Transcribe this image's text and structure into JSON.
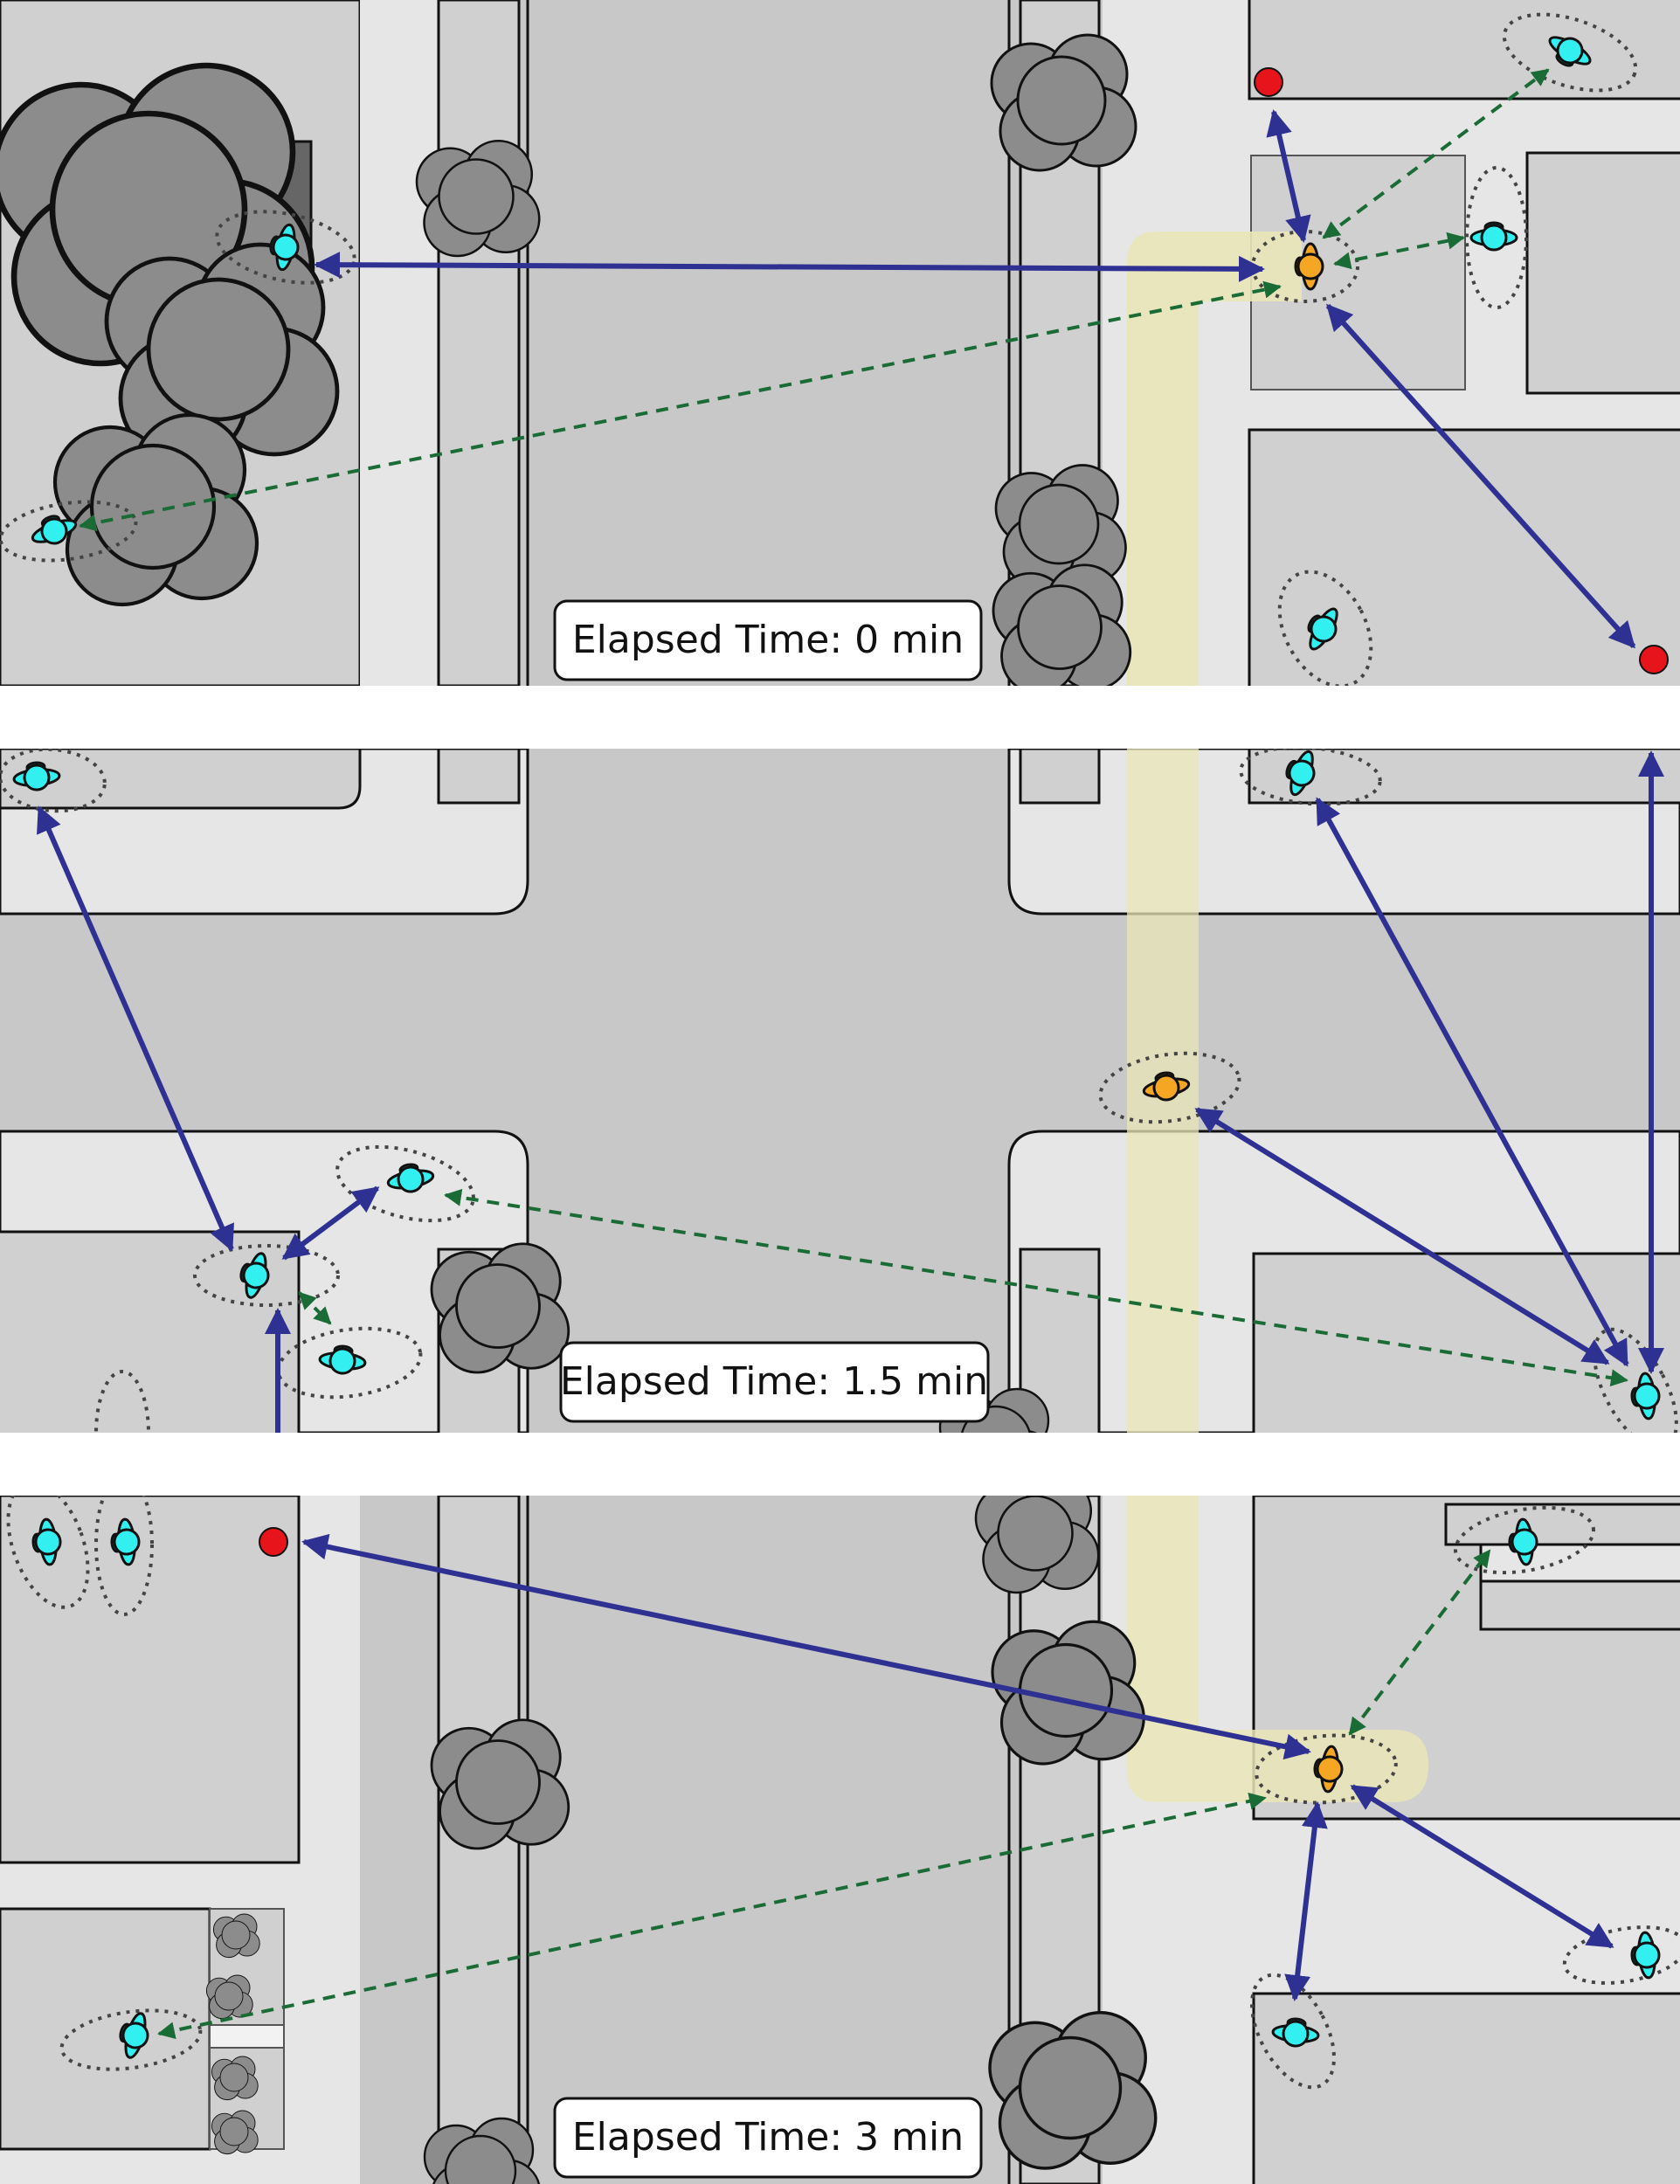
{
  "panels": [
    {
      "id": "p1",
      "label": "Elapsed Time: 0 min"
    },
    {
      "id": "p2",
      "label": "Elapsed Time: 1.5 min"
    },
    {
      "id": "p3",
      "label": "Elapsed Time: 3 min"
    }
  ],
  "colors": {
    "road": "#c8c8c8",
    "sidewalk": "#e6e6e6",
    "building": "#d0d0d0",
    "tree": "#8c8c8c",
    "path": "#e9e5b8",
    "agent_main": "#f5a623",
    "agent_other": "#33f0f0",
    "link_solid": "#2f3192",
    "link_dashed": "#1a6b35",
    "goal": "#e8141c"
  }
}
